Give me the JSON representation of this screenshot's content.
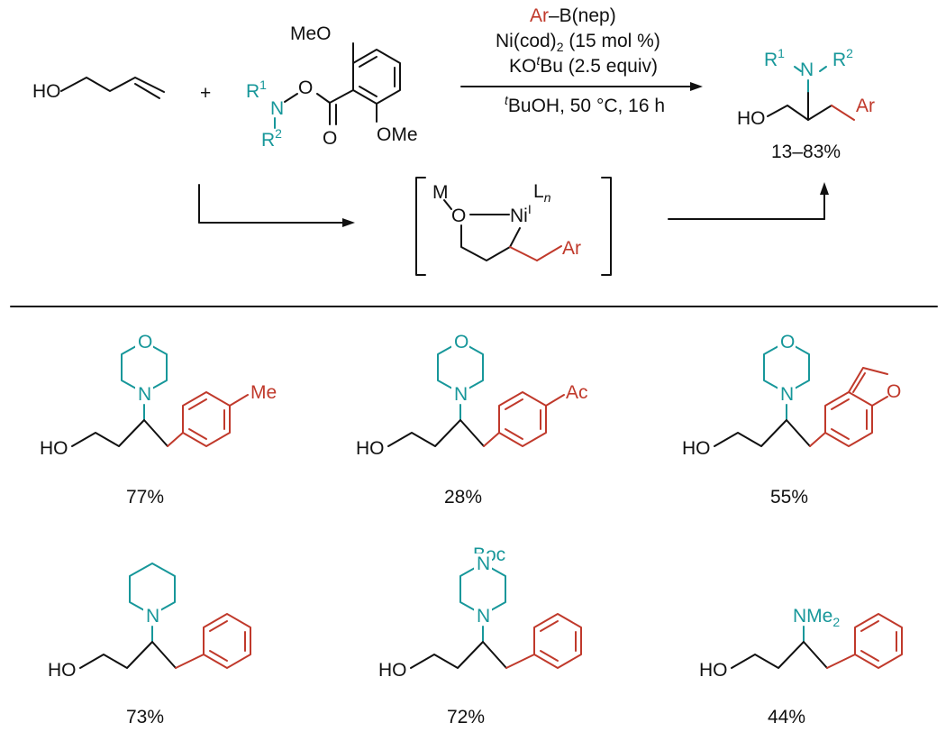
{
  "scheme": {
    "reactant": {
      "label": "HO"
    },
    "plus": "+",
    "reagent": {
      "ome_top": "MeO",
      "ome_bottom": "OMe",
      "n_sym": "N",
      "o_sym": "O",
      "carbonyl_o": "O",
      "r1": "R",
      "r1_sup": "1",
      "r2": "R",
      "r2_sup": "2"
    },
    "conditions": {
      "ar": "Ar",
      "boron": "–B(nep)",
      "catalyst": "Ni(cod)",
      "catalyst_sub": "2",
      "catalyst_load": " (15 mol %)",
      "base_a": "KO",
      "base_t": "t",
      "base_b": "Bu (2.5 equiv)",
      "solvent_t": "t",
      "solvent": "BuOH, 50 °C, 16 h"
    },
    "product": {
      "ho": "HO",
      "ar": "Ar",
      "n_sym": "N",
      "r1": "R",
      "r1_sup": "1",
      "r2": "R",
      "r2_sup": "2",
      "yield_range": "13–83%"
    },
    "intermediate": {
      "m": "M",
      "o": "O",
      "ni": "Ni",
      "ni_sup": "I",
      "ligand": "L",
      "ligand_sub": "n",
      "ar": "Ar"
    }
  },
  "examples": [
    {
      "amine": "N",
      "hetero": "O",
      "substituent": "Me",
      "ho": "HO",
      "yield": "77%"
    },
    {
      "amine": "N",
      "hetero": "O",
      "substituent": "Ac",
      "ho": "HO",
      "yield": "28%"
    },
    {
      "amine": "N",
      "hetero": "O",
      "furan_o": "O",
      "ho": "HO",
      "yield": "55%"
    },
    {
      "amine": "N",
      "ho": "HO",
      "yield": "73%"
    },
    {
      "amine": "N",
      "top_n": "N",
      "boc": "Boc",
      "ho": "HO",
      "yield": "72%"
    },
    {
      "amine_label": "NMe",
      "amine_sub": "2",
      "ho": "HO",
      "yield": "44%"
    }
  ]
}
